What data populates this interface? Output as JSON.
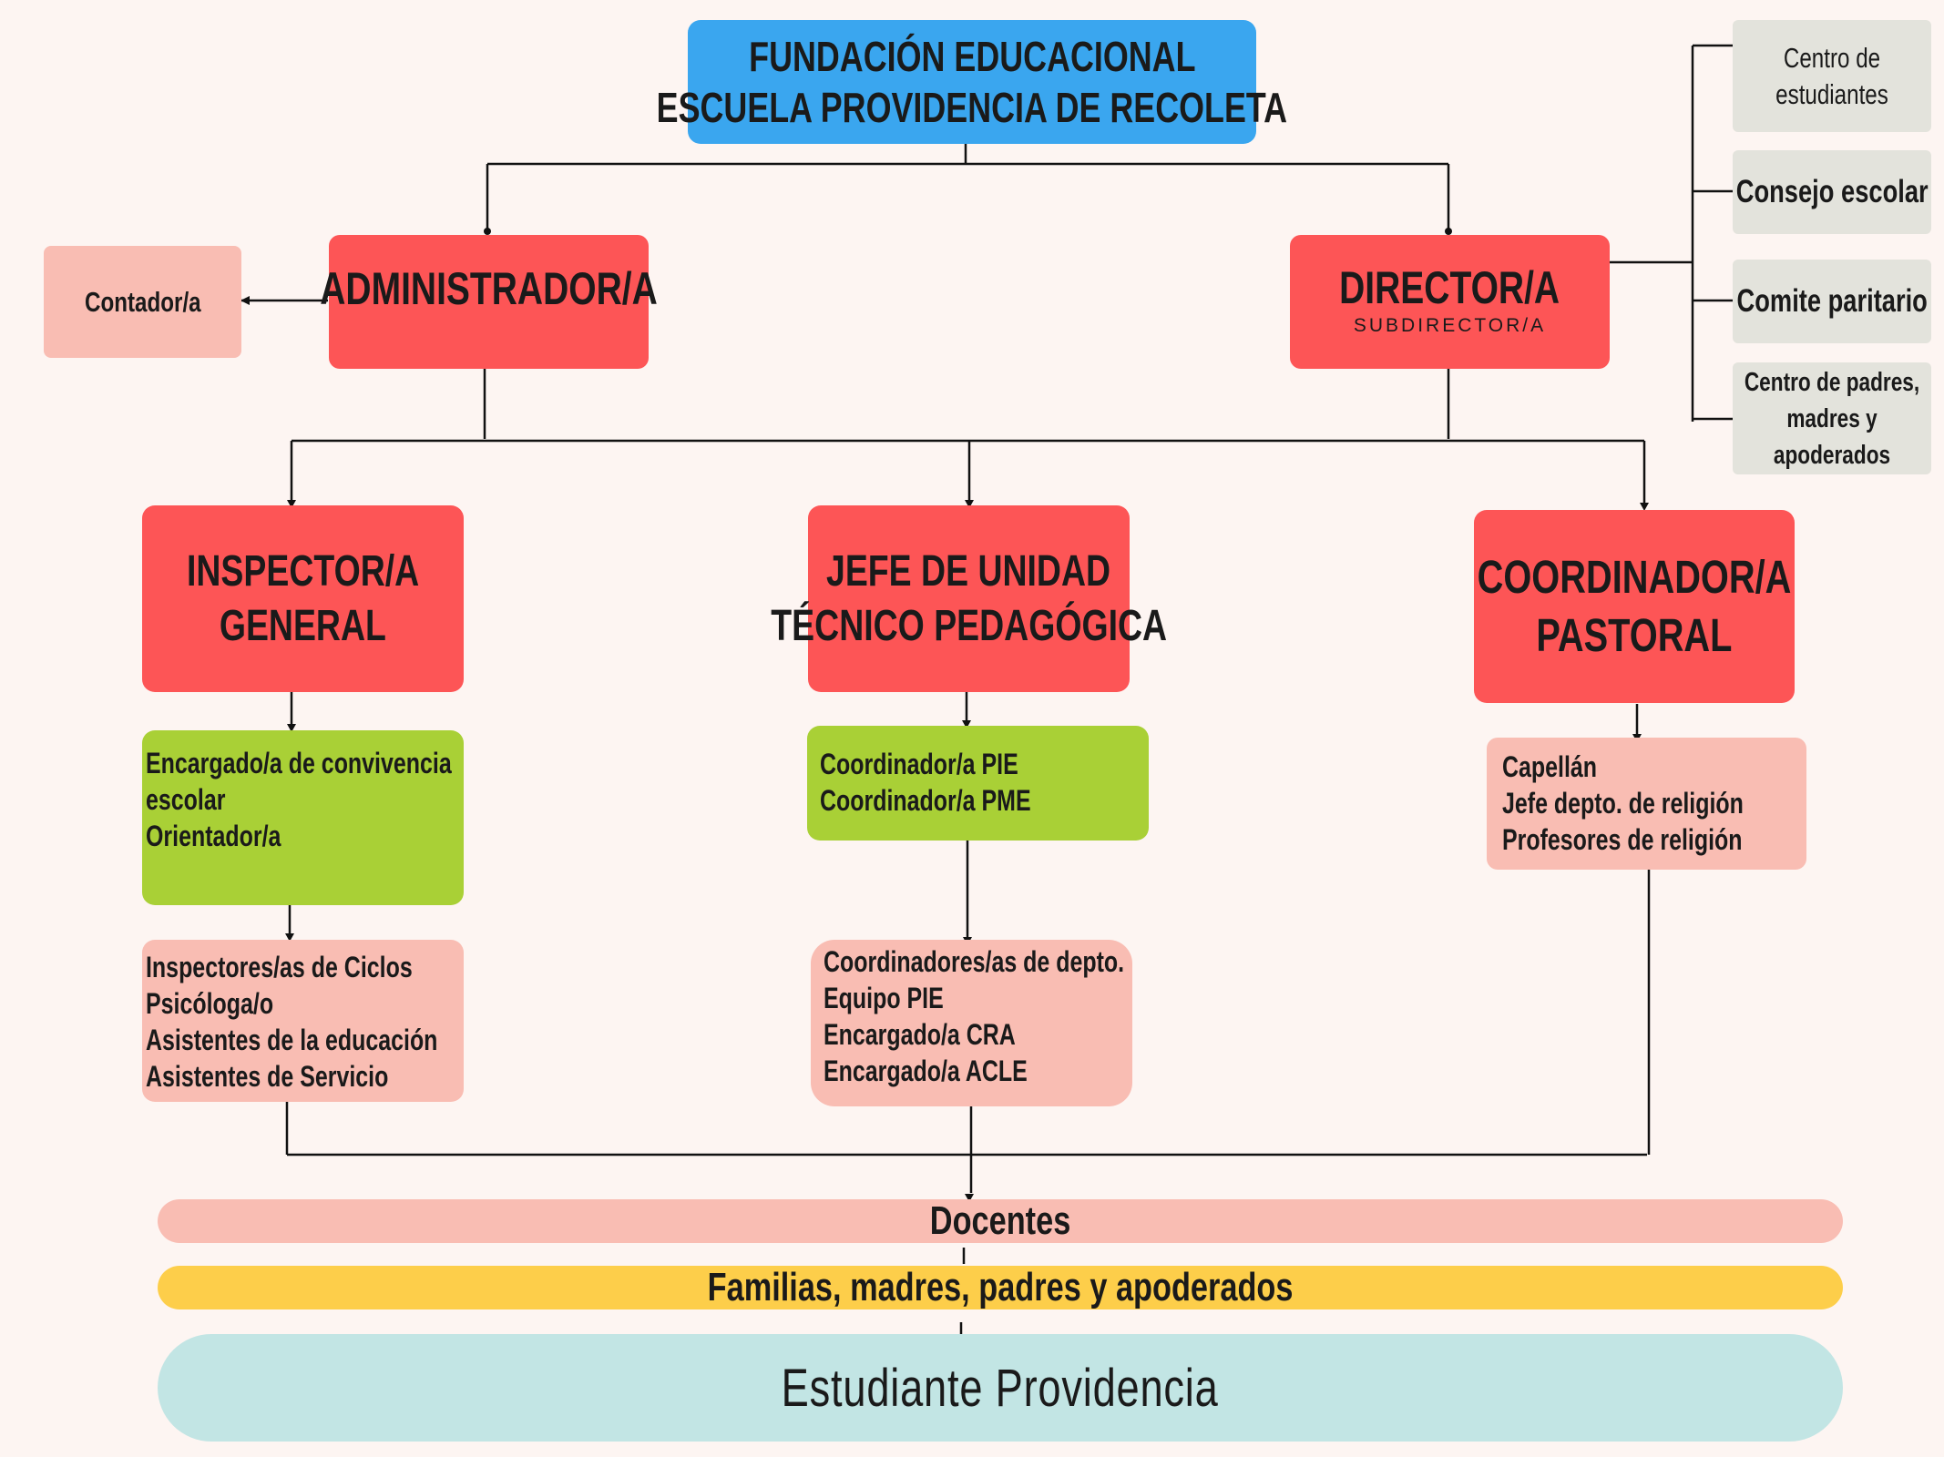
{
  "top": {
    "line1": "FUNDACIÓN EDUCACIONAL",
    "line2": "ESCUELA PROVIDENCIA DE RECOLETA"
  },
  "admin": {
    "title": "ADMINISTRADOR/A"
  },
  "contador": {
    "label": "Contador/a"
  },
  "director": {
    "title": "DIRECTOR/A",
    "subtitle": "SUBDIRECTOR/A"
  },
  "councils": [
    "Centro de estudiantes",
    "Consejo escolar",
    "Comite paritario",
    "Centro de padres, madres y apoderados"
  ],
  "inspector": {
    "line1": "INSPECTOR/A",
    "line2": "GENERAL"
  },
  "jefe_utp": {
    "line1": "JEFE DE UNIDAD",
    "line2": "TÉCNICO PEDAGÓGICA"
  },
  "pastoral": {
    "line1": "COORDINADOR/A",
    "line2": "PASTORAL"
  },
  "inspector_sub": [
    "Encargado/a de convivencia",
    "escolar",
    "Orientador/a"
  ],
  "inspector_staff": [
    "Inspectores/as de Ciclos",
    "Psicóloga/o",
    "Asistentes de la educación",
    "Asistentes de Servicio"
  ],
  "utp_sub": [
    "Coordinador/a PIE",
    "Coordinador/a PME"
  ],
  "utp_staff": [
    "Coordinadores/as de depto.",
    "Equipo PIE",
    "Encargado/a CRA",
    "Encargado/a ACLE"
  ],
  "pastoral_staff": [
    "Capellán",
    "Jefe depto. de religión",
    "Profesores de religión"
  ],
  "bands": {
    "docentes": "Docentes",
    "familias": "Familias, madres, padres y apoderados",
    "estudiante": "Estudiante Providencia"
  },
  "colors": {
    "background": "#fdf5f2",
    "top": "#3aa6ef",
    "red": "#fd5556",
    "pink": "#f9bdb3",
    "green": "#a9d036",
    "gray": "#e3e3dc",
    "yellow": "#fdce4a",
    "teal": "#c2e5e4"
  }
}
